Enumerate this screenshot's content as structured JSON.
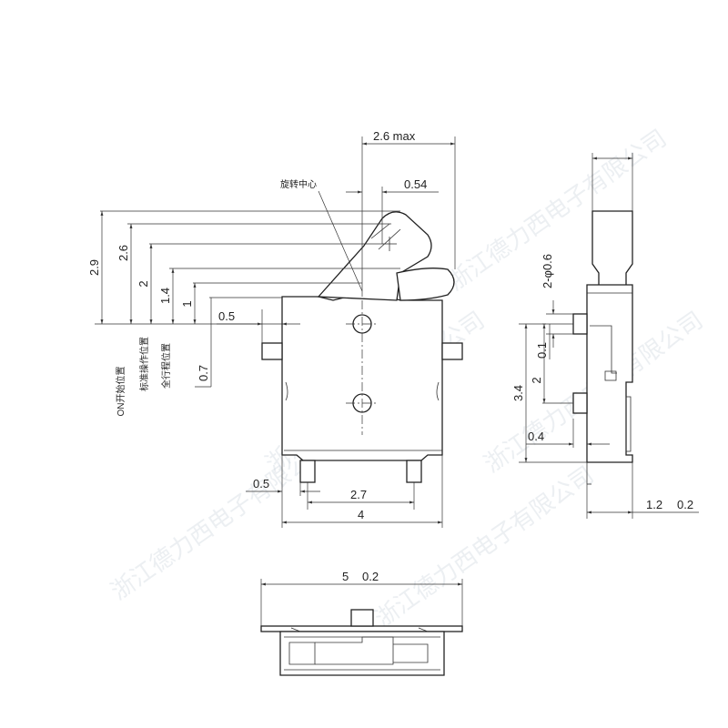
{
  "front_view": {
    "top_width": "2.6 max",
    "pivot_offset": "0.54",
    "pivot_label": "旋转中心",
    "height_on": "2.9",
    "height_std": "2.6",
    "height_full": "2",
    "height_1_4": "1.4",
    "height_1": "1",
    "offset_0_5": "0.5",
    "offset_0_7": "0.7",
    "label_on_start": "ON开始位置",
    "label_standard": "标准操作位置",
    "label_full_travel": "全行程位置",
    "pin_offset": "0.5",
    "pin_pitch": "2.7",
    "body_width": "4"
  },
  "side_view": {
    "hole": "2-φ0.6",
    "gap_0_1": "0.1",
    "gap_2": "2",
    "height_3_4": "3.4",
    "offset_0_4": "0.4",
    "thickness": "1.2",
    "tolerance": "0.2"
  },
  "bottom_view": {
    "width": "5",
    "tolerance": "0.2"
  },
  "watermark": "浙江德力西电子有限公司"
}
